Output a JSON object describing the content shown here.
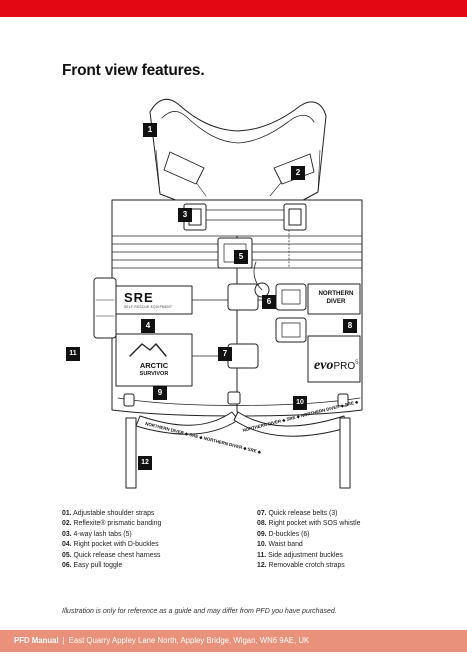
{
  "page": {
    "heading": "Front view features."
  },
  "brands": {
    "sre": "SRE",
    "sre_sub": "SELF RESCUE EQUIPMENT",
    "northern": "NORTHERN",
    "diver": "DIVER",
    "arctic": "ARCTIC",
    "survivor": "SURVIVOR",
    "evo": "evo",
    "pro": "PRO",
    "pro_sup": "S",
    "strap_text": "NORTHERN DIVER ◆ SRE ◆ NORTHERN DIVER ◆ SRE ◆"
  },
  "callouts": [
    "1",
    "2",
    "3",
    "4",
    "5",
    "6",
    "7",
    "8",
    "9",
    "10",
    "11",
    "12"
  ],
  "features_left": [
    {
      "num": "01.",
      "text": "Adjustable shoulder straps"
    },
    {
      "num": "02.",
      "text": "Reflexite® prismatic banding"
    },
    {
      "num": "03.",
      "text": "4-way lash tabs (5)"
    },
    {
      "num": "04.",
      "text": "Right pocket with D-buckles"
    },
    {
      "num": "05.",
      "text": "Quick release chest harness"
    },
    {
      "num": "06.",
      "text": "Easy pull toggle"
    }
  ],
  "features_right": [
    {
      "num": "07.",
      "text": "Quick release belts (3)"
    },
    {
      "num": "08.",
      "text": "Right pocket with SOS whistle"
    },
    {
      "num": "09.",
      "text": "D-buckles (6)"
    },
    {
      "num": "10.",
      "text": "Waist band"
    },
    {
      "num": "11.",
      "text": "Side adjustment buckles"
    },
    {
      "num": "12.",
      "text": "Removable crotch straps"
    }
  ],
  "disclaimer": "Illustration is only for reference as a guide and may differ from PFD you have purchased.",
  "footer": {
    "brand": "PFD Manual",
    "separator": "|",
    "address": "East Quarry Appley Lane North, Appley Bridge, Wigan, WN6 9AE, UK"
  },
  "colors": {
    "accent": "#e30613",
    "footer_bg": "#e9917a",
    "ink": "#111111"
  }
}
